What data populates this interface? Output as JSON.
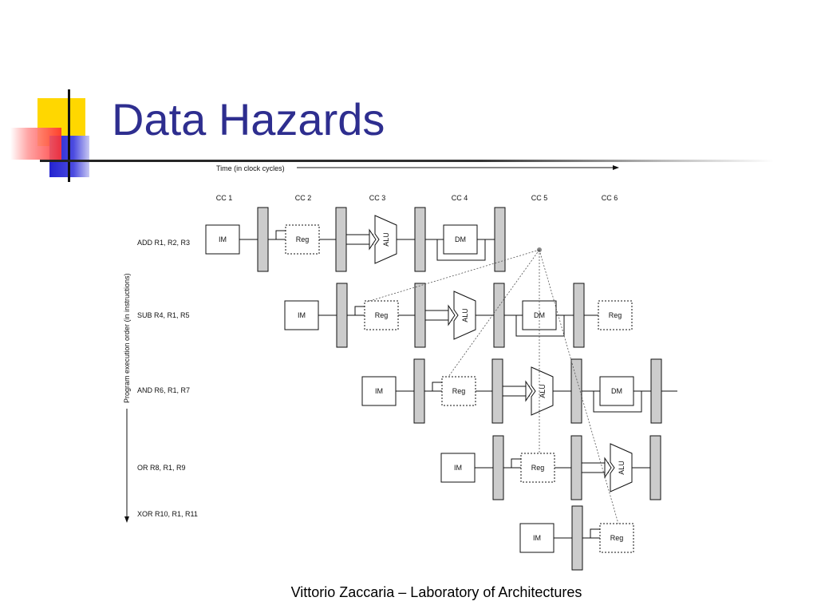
{
  "slide": {
    "title": "Data Hazards",
    "footer": "Vittorio Zaccaria – Laboratory of Architectures"
  },
  "diagram": {
    "time_axis_label": "Time (in clock cycles)",
    "order_axis_label": "Program execution order (in instructions)",
    "clock_cycles": [
      "CC 1",
      "CC 2",
      "CC 3",
      "CC 4",
      "CC 5",
      "CC 6"
    ],
    "instructions": [
      {
        "label": "ADD   R1, R2, R3"
      },
      {
        "label": "SUB R4, R1, R5"
      },
      {
        "label": "AND R6, R1, R7"
      },
      {
        "label": "OR R8, R1, R9"
      },
      {
        "label": "XOR R10, R1, R11"
      }
    ],
    "stage_labels": {
      "im": "IM",
      "reg": "Reg",
      "alu": "ALU",
      "dm": "DM"
    }
  }
}
